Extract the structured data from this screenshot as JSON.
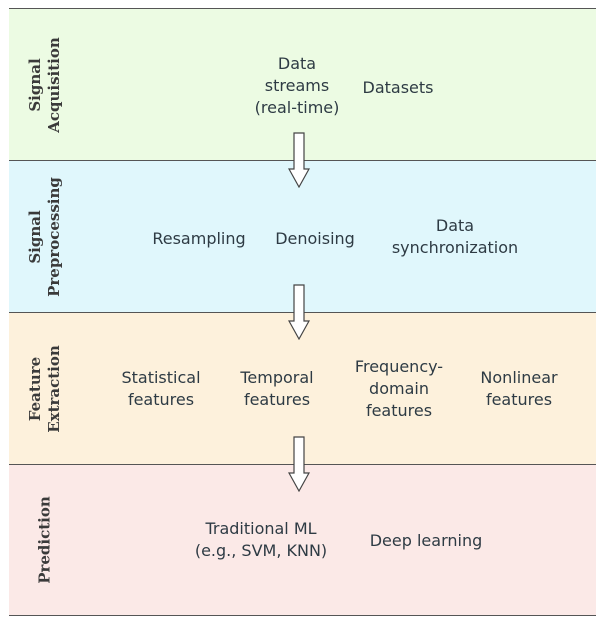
{
  "stages": [
    {
      "name": [
        "Signal",
        "Acquisition"
      ],
      "items": [
        [
          "Data",
          "streams",
          "(real-time)"
        ],
        [
          "Datasets"
        ]
      ]
    },
    {
      "name": [
        "Signal",
        "Preprocessing"
      ],
      "items": [
        [
          "Resampling"
        ],
        [
          "Denoising"
        ],
        [
          "Data",
          "synchronization"
        ]
      ]
    },
    {
      "name": [
        "Feature",
        "Extraction"
      ],
      "items": [
        [
          "Statistical",
          "features"
        ],
        [
          "Temporal",
          "features"
        ],
        [
          "Frequency-",
          "domain",
          "features"
        ],
        [
          "Nonlinear",
          "features"
        ]
      ]
    },
    {
      "name": [
        "Prediction"
      ],
      "items": [
        [
          "Traditional ML",
          "(e.g., SVM, KNN)"
        ],
        [
          "Deep learning"
        ]
      ]
    }
  ],
  "colors": {
    "acquisition_bg": "#ecfbe3",
    "preprocessing_bg": "#e0f7fc",
    "extraction_bg": "#fdf1dc",
    "prediction_bg": "#fbe9e7",
    "text": "#2e3b44",
    "border": "#555555"
  },
  "icons": [
    "down-arrow-icon"
  ]
}
